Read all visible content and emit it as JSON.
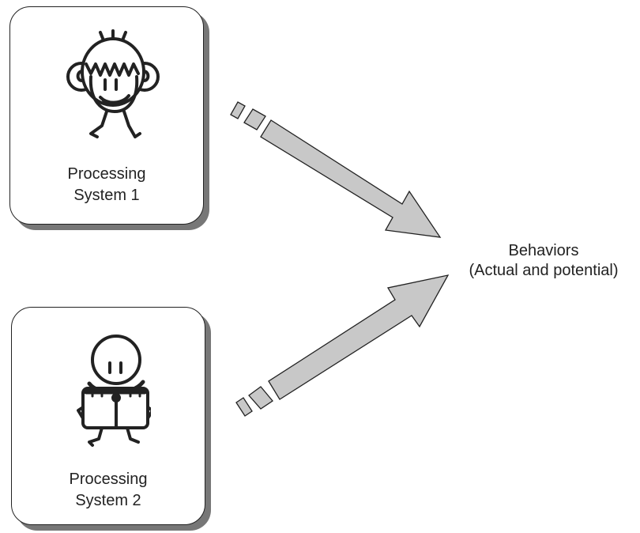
{
  "nodes": [
    {
      "line1": "Processing",
      "line2": "System 1"
    },
    {
      "line1": "Processing",
      "line2": "System 2"
    }
  ],
  "target": {
    "line1": "Behaviors",
    "line2": "(Actual and potential)"
  },
  "colors": {
    "arrow_fill": "#c8c8c8",
    "stroke": "#222222",
    "shadow": "#777777"
  },
  "icons": [
    "monkey-character-icon",
    "robot-character-icon"
  ]
}
